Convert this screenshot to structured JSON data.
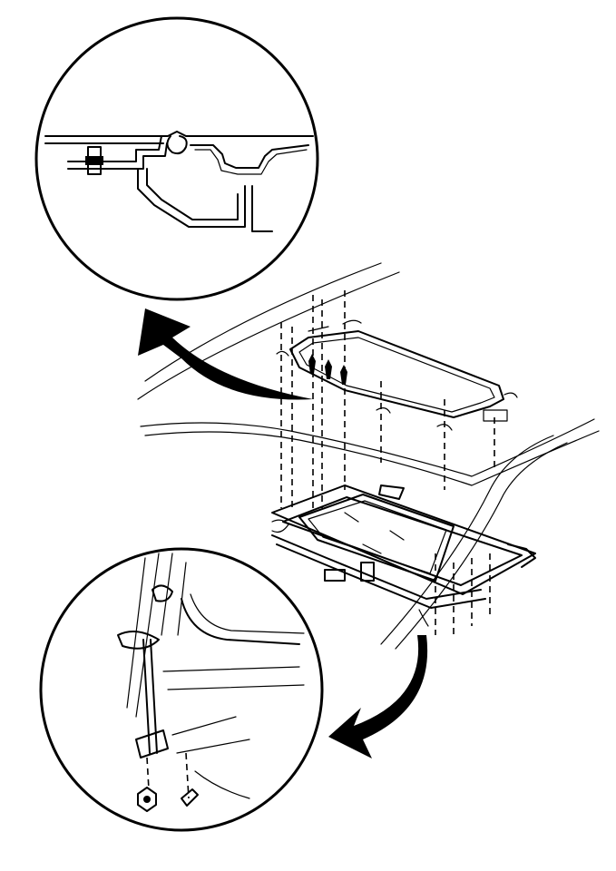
{
  "figure": {
    "description_labels": [],
    "colors": {
      "line": "#000000",
      "background": "#ffffff"
    },
    "callouts": [
      {
        "name": "upper-detail",
        "icon": "magnifier-circle"
      },
      {
        "name": "lower-detail",
        "icon": "magnifier-circle"
      }
    ]
  }
}
